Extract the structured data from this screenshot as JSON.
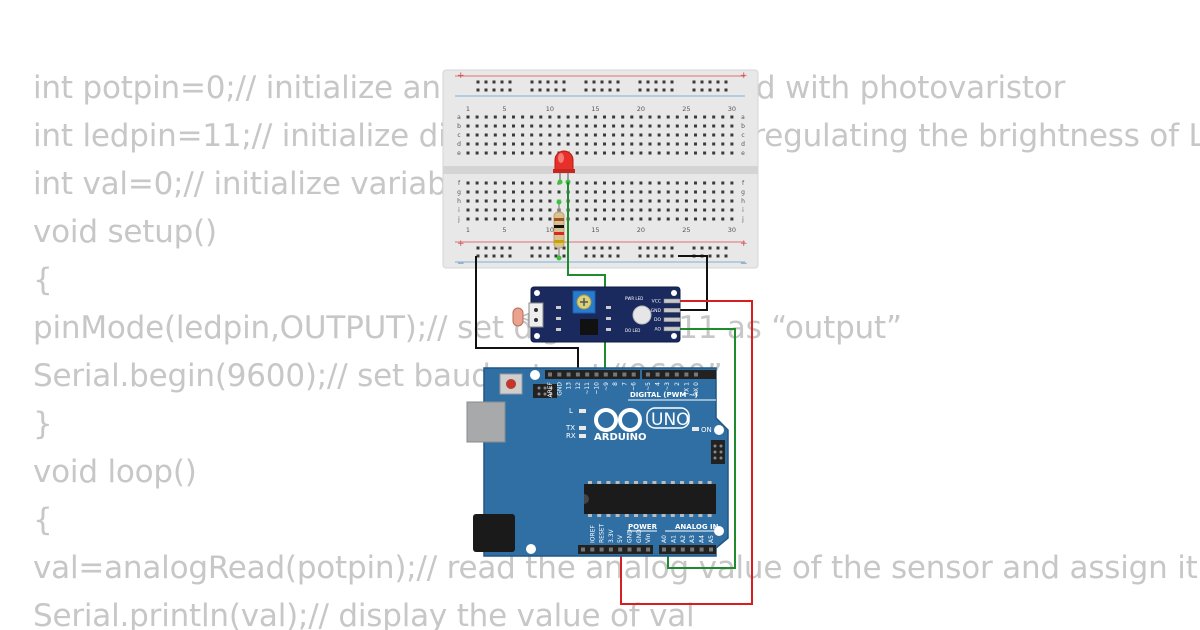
{
  "code_lines": [
    "int potpin=0;// initialize analog PIN 0, connected with photovaristor",
    "int ledpin=11;// initialize digital PIN 11, output regulating the brightness of LED",
    "int val=0;// initialize variable val",
    "void setup()",
    "{",
    "pinMode(ledpin,OUTPUT);// set digital PIN 11 as “output”",
    "Serial.begin(9600);// set baud rate at “9600”",
    "}",
    "void loop()",
    "{",
    "val=analogRead(potpin);// read the analog value of the sensor and assign it to val",
    "Serial.println(val);// display the value of val"
  ],
  "breadboard": {
    "column_numbers_top": [
      "1",
      "5",
      "10",
      "15",
      "20",
      "25",
      "30"
    ],
    "column_numbers_bottom": [
      "1",
      "5",
      "10",
      "15",
      "20",
      "25",
      "30"
    ],
    "row_letters_top": [
      "a",
      "b",
      "c",
      "d",
      "e"
    ],
    "row_letters_bottom": [
      "f",
      "g",
      "h",
      "i",
      "j"
    ],
    "rail_plus": "+",
    "rail_minus": "−"
  },
  "sensor_module": {
    "pin_labels": [
      "VCC",
      "GND",
      "DO",
      "AO"
    ],
    "led_labels": [
      "PWR LED",
      "DO LED"
    ]
  },
  "arduino": {
    "brand": "ARDUINO",
    "model": "UNO",
    "digital_label": "DIGITAL (PWM ~)",
    "power_label": "POWER",
    "analog_label": "ANALOG IN",
    "on_label": "ON",
    "l_label": "L",
    "tx_label": "TX",
    "rx_label": "RX",
    "digital_pins": [
      "AREF",
      "GND",
      "13",
      "12",
      "~11",
      "~10",
      "~9",
      "8",
      "7",
      "~6",
      "~5",
      "4",
      "~3",
      "2",
      "TX 1",
      "RX 0"
    ],
    "power_pins": [
      "IOREF",
      "RESET",
      "3.3V",
      "5V",
      "GND",
      "GND",
      "Vin"
    ],
    "analog_pins": [
      "A0",
      "A1",
      "A2",
      "A3",
      "A4",
      "A5"
    ]
  },
  "colors": {
    "code_text": "#c7c7c7",
    "board_blue": "#2f6fa3",
    "wire_black": "#111111",
    "wire_green": "#1f8a2e",
    "wire_red": "#d81f1f",
    "sensor_pcb": "#1a2a5e",
    "led_red": "#e8302a"
  }
}
